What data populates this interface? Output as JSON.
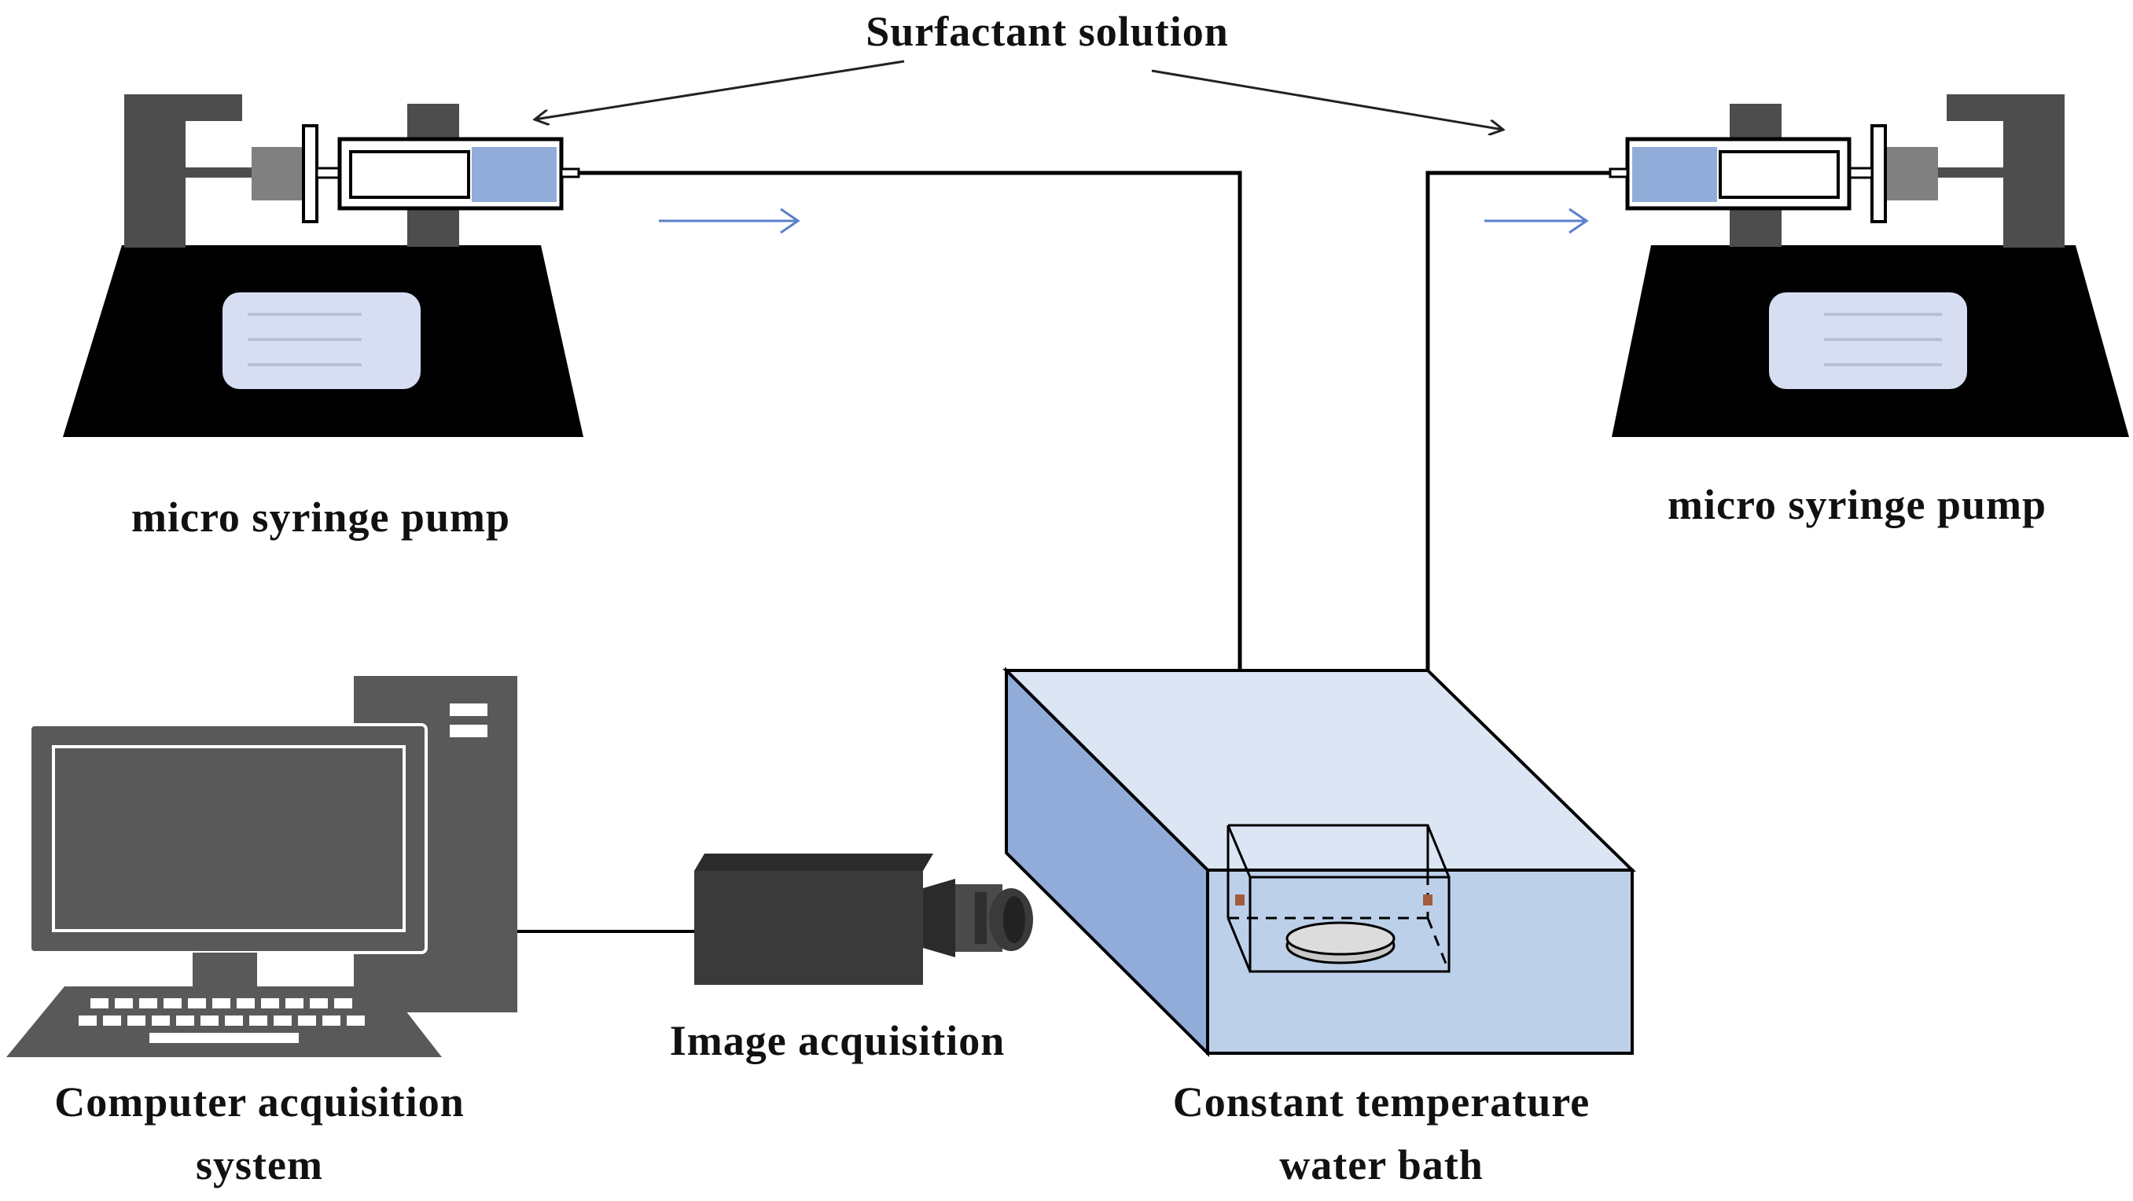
{
  "diagram": {
    "labels": {
      "surfactant": "Surfactant solution",
      "pump_left": "micro syringe pump",
      "pump_right": "micro syringe pump",
      "computer_line1": "Computer acquisition",
      "computer_line2": "system",
      "camera": "Image acquisition",
      "bath_line1": "Constant temperature",
      "bath_line2": "water bath"
    },
    "colors": {
      "pump_body": "#000000",
      "clamp": "#4d4d4d",
      "fluid": "#91acd9",
      "display_panel": "#d7def2",
      "flow_arrow": "#5b7fcb",
      "bath_top": "#dbe5f4",
      "bath_side": "#91acd9",
      "bath_front": "#bdd0ea",
      "computer": "#595959",
      "camera": "#3a3a3a"
    }
  }
}
